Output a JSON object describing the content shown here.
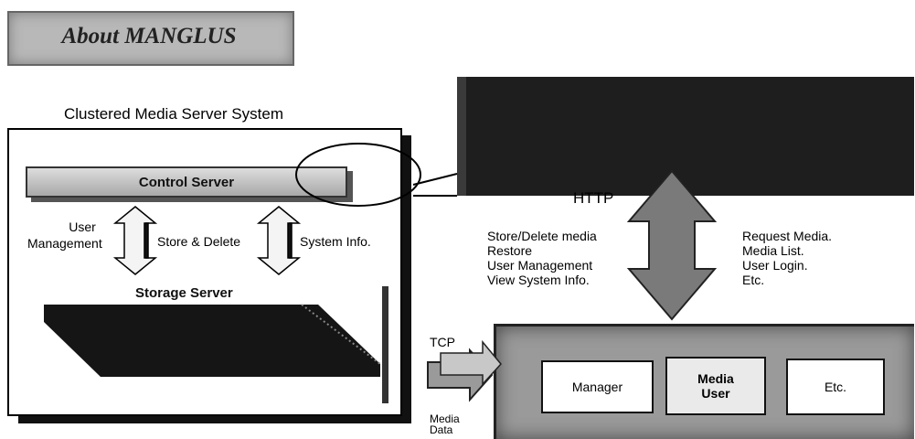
{
  "title": "About MANGLUS",
  "system_label": "Clustered Media Server System",
  "control_server": "Control Server",
  "storage_server": "Storage Server",
  "labels": {
    "user_management": [
      "User",
      "Management"
    ],
    "store_delete": "Store & Delete",
    "system_info": "System Info."
  },
  "http": "HTTP",
  "tcp": "TCP",
  "media_data": [
    "Media",
    "Data"
  ],
  "admin_requests": [
    "Store/Delete media",
    "Restore",
    "User Management",
    "View System Info."
  ],
  "user_requests": [
    "Request Media.",
    "Media List.",
    "User Login.",
    "Etc."
  ],
  "clients": {
    "manager": "Manager",
    "media_user": [
      "Media",
      "User"
    ],
    "etc": "Etc."
  }
}
